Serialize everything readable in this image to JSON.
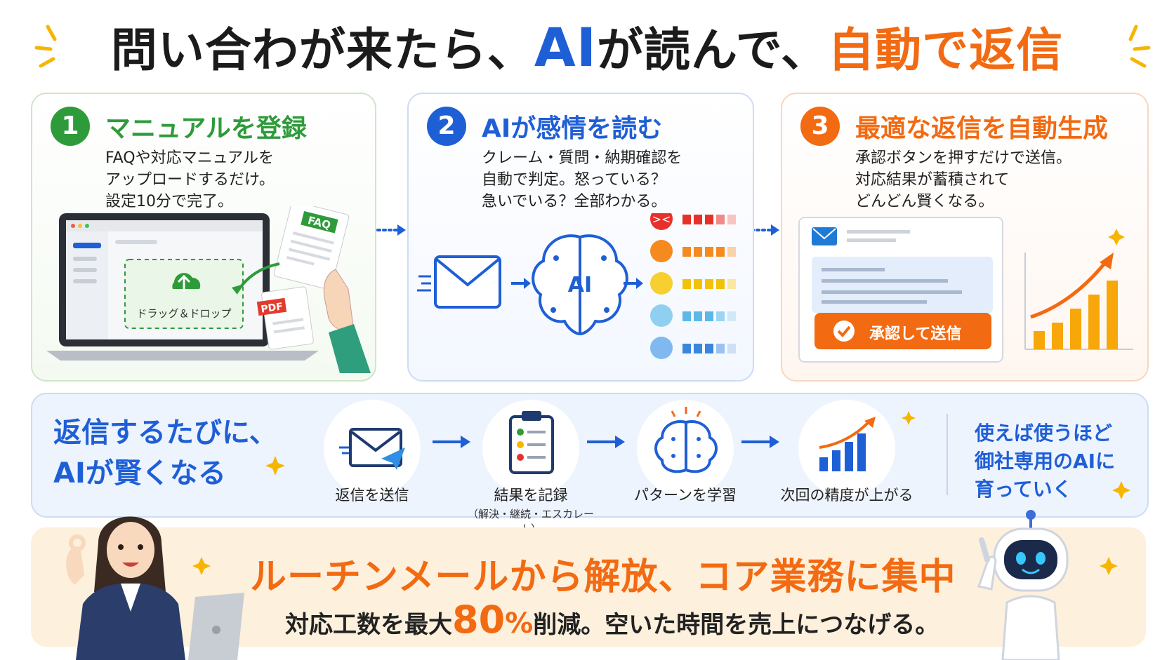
{
  "title": {
    "part1": "問い合わが来たら、",
    "part2": "AI",
    "part3": "が読んで、",
    "part4": "自動で返信"
  },
  "steps": [
    {
      "num": "1",
      "title": "マニュアルを登録",
      "desc": "FAQや対応マニュアルを\nアップロードするだけ。\n設定10分で完了。",
      "upload_label": "ドラッグ＆ドロップ",
      "faq_label": "FAQ",
      "pdf_label": "PDF",
      "color": "#2e9b3a"
    },
    {
      "num": "2",
      "title": "AIが感情を読む",
      "desc": "クレーム・質問・納期確認を\n自動で判定。怒っている？\n急いでいる？全部わかる。",
      "ai_label": "AI",
      "color": "#1f5fd6"
    },
    {
      "num": "3",
      "title": "最適な返信を自動生成",
      "desc": "承認ボタンを押すだけで送信。\n対応結果が蓄積されて\nどんどん賢くなる。",
      "approve_label": "承認して送信",
      "color": "#f26a12"
    }
  ],
  "band": {
    "title": "返信するたびに、\nAIが賢くなる",
    "steps": [
      {
        "label": "返信を送信",
        "icon": "mail-send-icon"
      },
      {
        "label": "結果を記録",
        "sub": "（解決・継続・エスカレート）",
        "icon": "clipboard-icon"
      },
      {
        "label": "パターンを学習",
        "icon": "brain-icon"
      },
      {
        "label": "次回の精度が上がる",
        "icon": "growth-chart-icon"
      }
    ],
    "note": "使えば使うほど\n御社専用のAIに\n育っていく"
  },
  "bottom": {
    "headline": "ルーチンメールから解放、コア業務に集中",
    "sub_pre": "対応工数を最大",
    "sub_big": "80",
    "sub_pct": "%",
    "sub_post": "削減。空いた時間を売上につなげる。"
  },
  "colors": {
    "blue": "#1f5fd6",
    "green": "#2e9b3a",
    "orange": "#f26a12",
    "yellow": "#f7b500"
  }
}
